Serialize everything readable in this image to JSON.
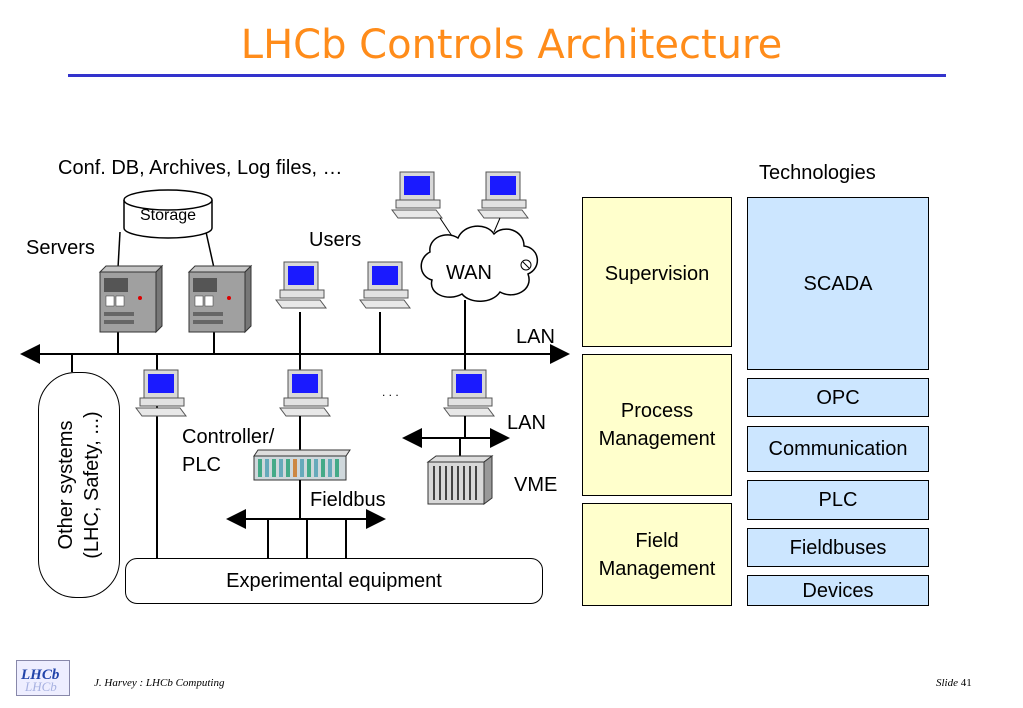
{
  "slide": {
    "title": "LHCb Controls Architecture",
    "slide_label": "Slide",
    "slide_number": "41"
  },
  "footer": {
    "author": "J. Harvey : LHCb Computing",
    "logo_text": "LHCb"
  },
  "network": {
    "conf_db_label": "Conf. DB, Archives, Log files, …",
    "storage_label": "Storage",
    "servers_label": "Servers",
    "users_label": "Users",
    "wan_label": "WAN",
    "lan_label_top": "LAN",
    "lan_label_mid": "LAN",
    "ellipsis": ". . .",
    "controller_label_1": "Controller/",
    "controller_label_2": "PLC",
    "vme_label": "VME",
    "fieldbus_label": "Fieldbus",
    "experimental_label": "Experimental equipment",
    "other_systems_1": "Other systems",
    "other_systems_2": "(LHC, Safety, ...)"
  },
  "technologies": {
    "heading": "Technologies",
    "layers": [
      {
        "line1": "Supervision",
        "line2": ""
      },
      {
        "line1": "Process",
        "line2": "Management"
      },
      {
        "line1": "Field",
        "line2": "Management"
      }
    ],
    "items": [
      "SCADA",
      "OPC",
      "Communication",
      "PLC",
      "Fieldbuses",
      "Devices"
    ]
  },
  "colors": {
    "title": "#ff8c1a",
    "title_rule": "#3333cc",
    "layer_fill": "#ffffcc",
    "tech_fill": "#cce6ff"
  }
}
